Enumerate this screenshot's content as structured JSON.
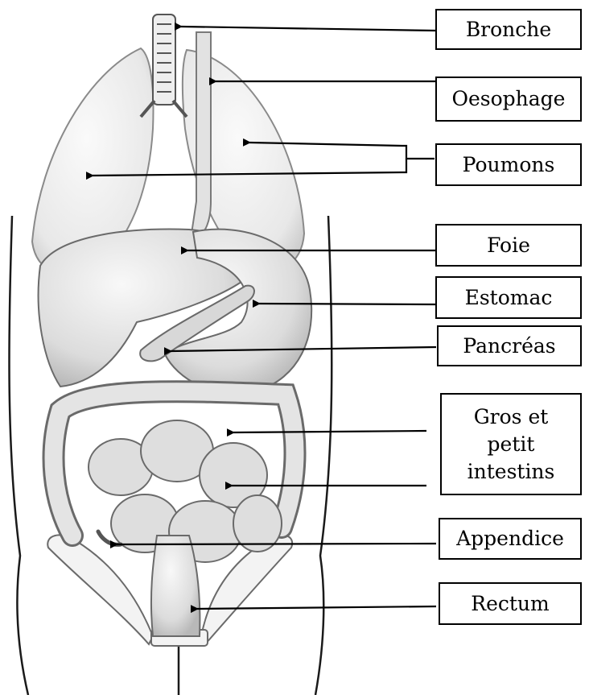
{
  "labels": {
    "bronche": "Bronche",
    "oesophage": "Oesophage",
    "poumons": "Poumons",
    "foie": "Foie",
    "estomac": "Estomac",
    "pancreas": "Pancréas",
    "intestins": [
      "Gros et",
      "petit",
      "intestins"
    ],
    "appendice": "Appendice",
    "rectum": "Rectum"
  },
  "colors": {
    "outline": "#000000",
    "organ_fill": "#e6e6e6",
    "organ_shade": "#bdbdbd",
    "lung_fill": "#f1f1f1"
  }
}
